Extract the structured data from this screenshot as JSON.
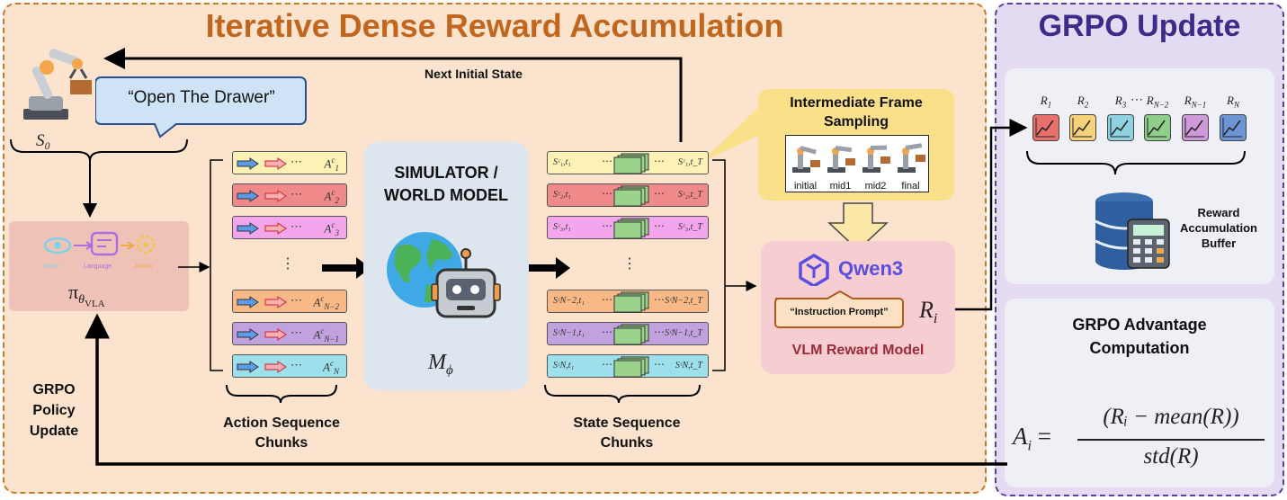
{
  "left_panel": {
    "title": "Iterative Dense Reward Accumulation"
  },
  "right_panel": {
    "title": "GRPO Update"
  },
  "robot": {
    "state_label": "S₀",
    "instruction": "“Open The Drawer”"
  },
  "policy": {
    "vision": "Vision",
    "language": "Language",
    "action": "Action",
    "symbol": "π",
    "subscript": "θ",
    "subsub": "VLA"
  },
  "labels": {
    "next_state": "Next Initial State",
    "grpo_policy_update": [
      "GRPO",
      "Policy",
      "Update"
    ],
    "action_chunks": [
      "Action Sequence",
      "Chunks"
    ],
    "state_chunks": [
      "State Sequence",
      "Chunks"
    ]
  },
  "actions": [
    {
      "base": "A",
      "sup": "c",
      "sub": "1"
    },
    {
      "base": "A",
      "sup": "c",
      "sub": "2"
    },
    {
      "base": "A",
      "sup": "c",
      "sub": "3"
    },
    {
      "base": "A",
      "sup": "c",
      "sub": "N−2"
    },
    {
      "base": "A",
      "sup": "c",
      "sub": "N−1"
    },
    {
      "base": "A",
      "sup": "c",
      "sub": "N"
    }
  ],
  "states": [
    {
      "l": "Sᶜ₁,t₁",
      "r": "Sᶜ₁,t_T"
    },
    {
      "l": "Sᶜ₂,t₁",
      "r": "Sᶜ₂,t_T"
    },
    {
      "l": "Sᶜ₃,t₁",
      "r": "Sᶜ₃,t_T"
    },
    {
      "l": "SᶜN−2,t₁",
      "r": "SᶜN−2,t_T"
    },
    {
      "l": "SᶜN−1,t₁",
      "r": "SᶜN−1,t_T"
    },
    {
      "l": "SᶜN,t₁",
      "r": "SᶜN,t_T"
    }
  ],
  "simulator": {
    "title": [
      "SIMULATOR /",
      "WORLD MODEL"
    ],
    "symbol": "M",
    "sub": "ϕ"
  },
  "sampling": {
    "title": [
      "Intermediate Frame",
      "Sampling"
    ],
    "frames": [
      "initial",
      "mid1",
      "mid2",
      "final"
    ]
  },
  "vlm": {
    "brand": "Qwen3",
    "prompt": "“Instruction Prompt”",
    "caption": "VLM Reward Model",
    "output": "R",
    "output_sub": "i"
  },
  "rewards": [
    {
      "sub": "1",
      "color": "#e8716b"
    },
    {
      "sub": "2",
      "color": "#f6d27a"
    },
    {
      "sub": "3",
      "color": "#8fd3e3"
    },
    {
      "sub": "N−2",
      "color": "#8fcf8a"
    },
    {
      "sub": "N−1",
      "color": "#cf9ad8"
    },
    {
      "sub": "N",
      "color": "#6c95d6"
    }
  ],
  "buffer": {
    "label": [
      "Reward",
      "Accumulation",
      "Buffer"
    ]
  },
  "advantage": {
    "title": [
      "GRPO Advantage",
      "Computation"
    ],
    "lhs": "A",
    "lhs_sub": "i",
    "numerator": "(Rᵢ − mean(R))",
    "denominator": "std(R)"
  },
  "colors": {
    "left_border": "#c57a2a",
    "right_border": "#5b3fa0",
    "title_orange": "#c0661e",
    "title_purple": "#3f2a8a"
  }
}
